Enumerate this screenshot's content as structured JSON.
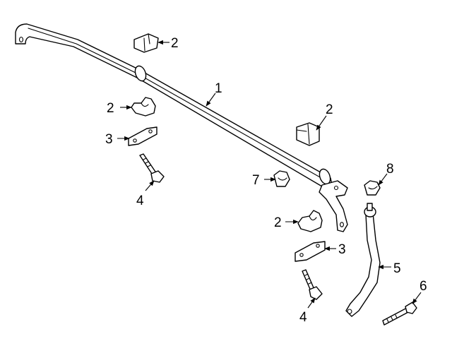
{
  "callouts": [
    {
      "id": "c1",
      "label": "1"
    },
    {
      "id": "c2a",
      "label": "2"
    },
    {
      "id": "c2b",
      "label": "2"
    },
    {
      "id": "c2c",
      "label": "2"
    },
    {
      "id": "c2d",
      "label": "2"
    },
    {
      "id": "c3a",
      "label": "3"
    },
    {
      "id": "c3b",
      "label": "3"
    },
    {
      "id": "c4a",
      "label": "4"
    },
    {
      "id": "c4b",
      "label": "4"
    },
    {
      "id": "c5",
      "label": "5"
    },
    {
      "id": "c6",
      "label": "6"
    },
    {
      "id": "c7",
      "label": "7"
    },
    {
      "id": "c8",
      "label": "8"
    }
  ],
  "colors": {
    "line": "#000000",
    "background": "#ffffff"
  }
}
